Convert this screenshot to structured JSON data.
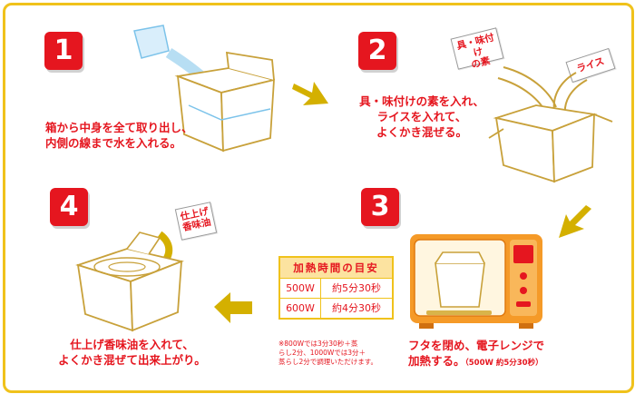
{
  "steps": [
    {
      "num": "1",
      "lines": [
        "箱から中身を全て取り出し、",
        "内側の線まで水を入れる。"
      ]
    },
    {
      "num": "2",
      "lines": [
        "具・味付けの素を入れ、",
        "ライスを入れて、",
        "よくかき混ぜる。"
      ]
    },
    {
      "num": "3",
      "lines": [
        "フタを閉め、電子レンジで",
        "加熱する。"
      ],
      "small": "（500W 約5分30秒）"
    },
    {
      "num": "4",
      "lines": [
        "仕上げ香味油を入れて、",
        "よくかき混ぜて出来上がり。"
      ]
    }
  ],
  "tags": {
    "seasoning": [
      "具・味付け",
      "の素"
    ],
    "rice": "ライス",
    "oil": [
      "仕上げ",
      "香味油"
    ]
  },
  "table": {
    "title": "加熱時間の目安",
    "rows": [
      {
        "watt": "500W",
        "time": "約5分30秒"
      },
      {
        "watt": "600W",
        "time": "約4分30秒"
      }
    ]
  },
  "note": [
    "※800Wでは3分30秒＋蒸",
    "らし2分、1000Wでは3分＋",
    "蒸らし2分で調理いただけます。"
  ],
  "colors": {
    "accent": "#e5161f",
    "border": "#f0c21b",
    "arrow": "#d4b000",
    "box": "#c8a13a",
    "microwave": "#f59a28"
  }
}
